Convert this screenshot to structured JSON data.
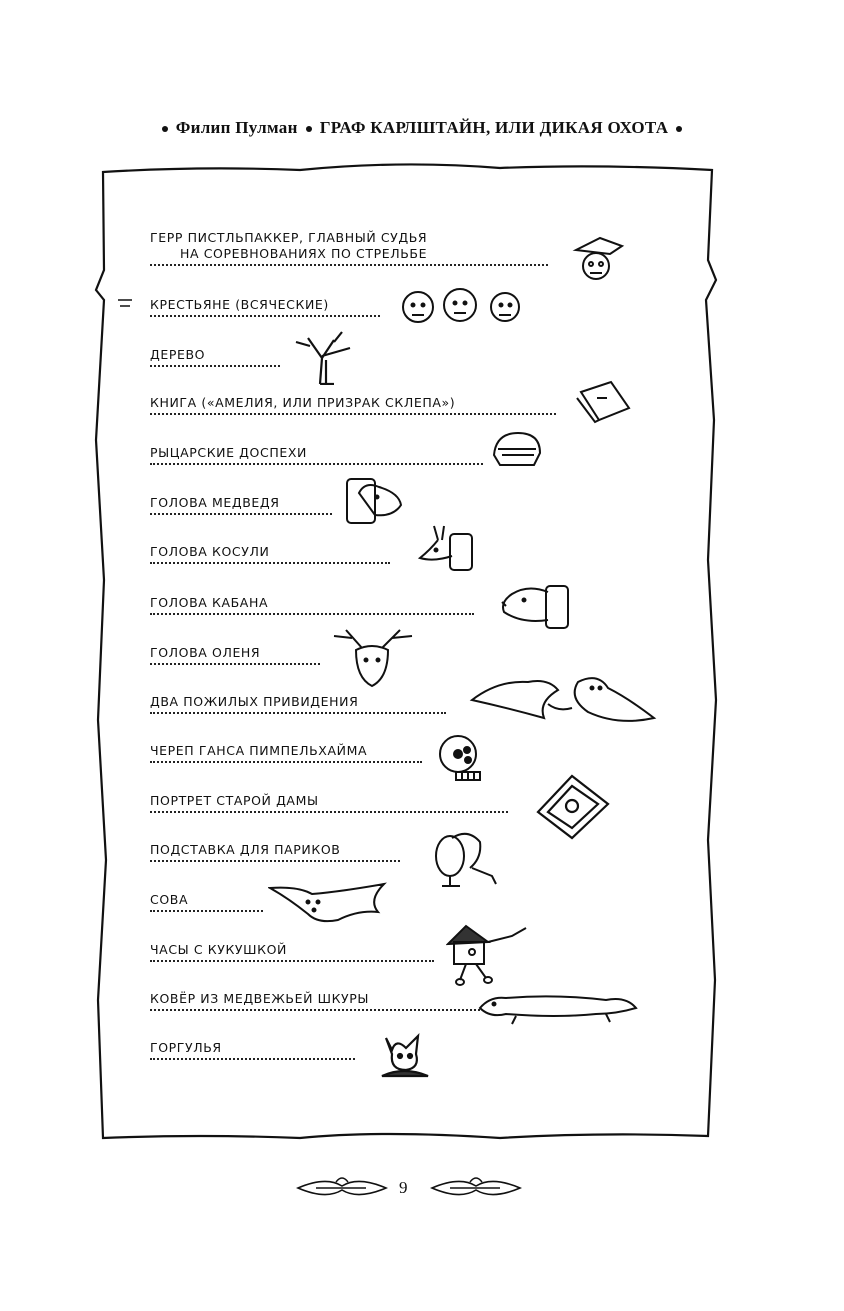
{
  "header": {
    "author": "Филип Пулман",
    "title": "ГРАФ КАРЛШТАЙН, ИЛИ ДИКАЯ ОХОТА"
  },
  "items": [
    {
      "line1": "Герр Пистльпаккер, главный судья",
      "line2": "на соревнованиях по стрельбе",
      "icon": "man-in-hat-icon"
    },
    {
      "line1": "Крестьяне (всяческие)",
      "icon": "peasants-icon"
    },
    {
      "line1": "Дерево",
      "icon": "tree-icon"
    },
    {
      "line1": "Книга («Амелия, или Призрак склепа»)",
      "icon": "book-icon"
    },
    {
      "line1": "Рыцарские доспехи",
      "icon": "knight-helmet-icon"
    },
    {
      "line1": "Голова медведя",
      "icon": "bear-head-icon"
    },
    {
      "line1": "Голова косули",
      "icon": "roe-deer-head-icon"
    },
    {
      "line1": "Голова кабана",
      "icon": "boar-head-icon"
    },
    {
      "line1": "Голова оленя",
      "icon": "stag-head-icon"
    },
    {
      "line1": "Два пожилых привидения",
      "icon": "ghosts-icon"
    },
    {
      "line1": "Череп Ганса Пимпельхайма",
      "icon": "skull-icon"
    },
    {
      "line1": "Портрет старой дамы",
      "icon": "portrait-icon"
    },
    {
      "line1": "Подставка для париков",
      "icon": "wig-stand-icon"
    },
    {
      "line1": "Сова",
      "icon": "owl-icon"
    },
    {
      "line1": "Часы с кукушкой",
      "icon": "cuckoo-clock-icon"
    },
    {
      "line1": "Ковёр из медвежьей шкуры",
      "icon": "bearskin-rug-icon"
    },
    {
      "line1": "Горгулья",
      "icon": "gargoyle-icon"
    }
  ],
  "page_number": "9"
}
